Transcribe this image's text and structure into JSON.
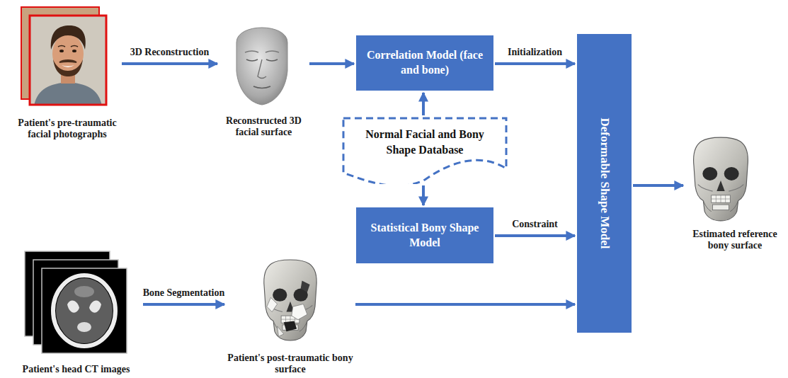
{
  "diagram": {
    "nodes": [
      {
        "text": [
          "Patient's pre-traumatic facial photographs"
        ]
      },
      {
        "text": [
          "Reconstructed 3D facial surface"
        ]
      },
      {
        "text": [
          "Correlation Model (face and bone)"
        ]
      },
      {
        "text": [
          "Normal Facial and Bony Shape Database"
        ]
      },
      {
        "text": [
          "Statistical Bony Shape Model"
        ]
      },
      {
        "text": [
          "Deformable Shape Model"
        ]
      },
      {
        "text": [
          "Estimated reference bony surface"
        ]
      },
      {
        "text": [
          "Patient's head CT images"
        ]
      },
      {
        "text": [
          "Patient's post-traumatic bony surface"
        ]
      }
    ],
    "edges": [
      {
        "from": 0,
        "to": 1,
        "label": "3D Reconstruction",
        "arrow": "to"
      },
      {
        "from": 1,
        "to": 2,
        "arrow": "to"
      },
      {
        "from": 3,
        "to": 2,
        "arrow": "to"
      },
      {
        "from": 3,
        "to": 4,
        "arrow": "to"
      },
      {
        "from": 2,
        "to": 5,
        "label": "Initialization",
        "arrow": "to"
      },
      {
        "from": 4,
        "to": 5,
        "label": "Constraint",
        "arrow": "to"
      },
      {
        "from": 5,
        "to": 6,
        "arrow": "to"
      },
      {
        "from": 7,
        "to": 8,
        "label": "Bone Segmentation",
        "arrow": "to"
      },
      {
        "from": 8,
        "to": 5,
        "arrow": "to"
      }
    ]
  }
}
